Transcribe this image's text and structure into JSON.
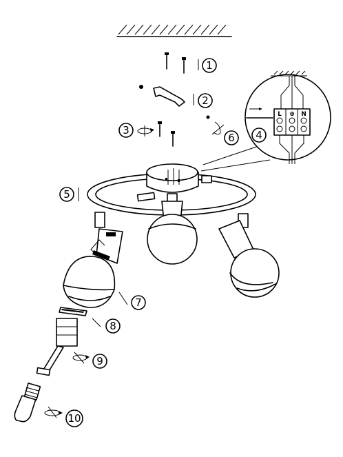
{
  "steps": [
    {
      "id": 1,
      "label": "1"
    },
    {
      "id": 2,
      "label": "2"
    },
    {
      "id": 3,
      "label": "3"
    },
    {
      "id": 4,
      "label": "4"
    },
    {
      "id": 5,
      "label": "5"
    },
    {
      "id": 6,
      "label": "6"
    },
    {
      "id": 7,
      "label": "7"
    },
    {
      "id": 8,
      "label": "8"
    },
    {
      "id": 9,
      "label": "9"
    },
    {
      "id": 10,
      "label": "10"
    }
  ],
  "terminals": {
    "live": "L",
    "earth": "⊕",
    "neutral": "N"
  },
  "colors": {
    "line": "#000000",
    "background": "#ffffff"
  }
}
